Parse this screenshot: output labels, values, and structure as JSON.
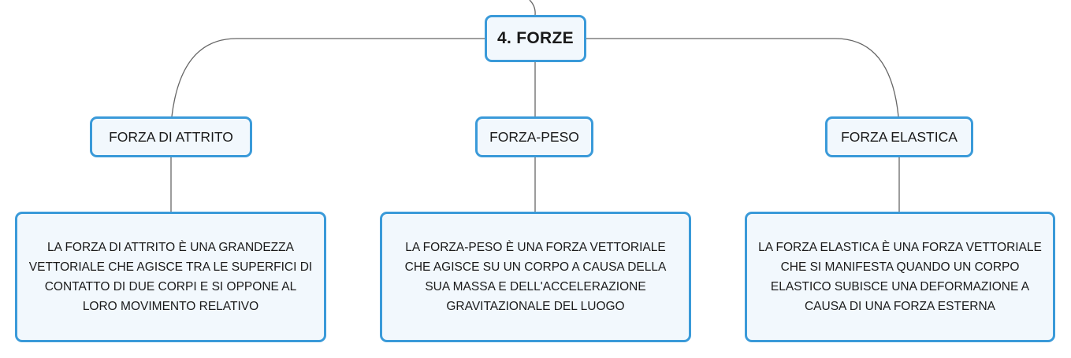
{
  "root": {
    "label": "4. FORZE"
  },
  "branches": [
    {
      "label": "FORZA DI ATTRITO",
      "description": "LA FORZA DI ATTRITO È UNA GRANDEZZA VETTORIALE CHE AGISCE TRA LE SUPERFICI DI CONTATTO DI DUE CORPI E SI OPPONE AL LORO MOVIMENTO RELATIVO"
    },
    {
      "label": "FORZA-PESO",
      "description": "LA FORZA-PESO È UNA FORZA VETTORIALE CHE AGISCE SU UN CORPO A CAUSA DELLA SUA MASSA E DELL'ACCELERAZIONE GRAVITAZIONALE DEL LUOGO"
    },
    {
      "label": "FORZA ELASTICA",
      "description": "LA FORZA ELASTICA È UNA FORZA VETTORIALE CHE SI MANIFESTA QUANDO UN CORPO ELASTICO SUBISCE UNA DEFORMAZIONE A CAUSA DI UNA FORZA ESTERNA"
    }
  ],
  "colors": {
    "node_border": "#3a9ad9",
    "node_fill": "#f2f8fd",
    "connector": "#666666",
    "text": "#1a1a1a"
  }
}
